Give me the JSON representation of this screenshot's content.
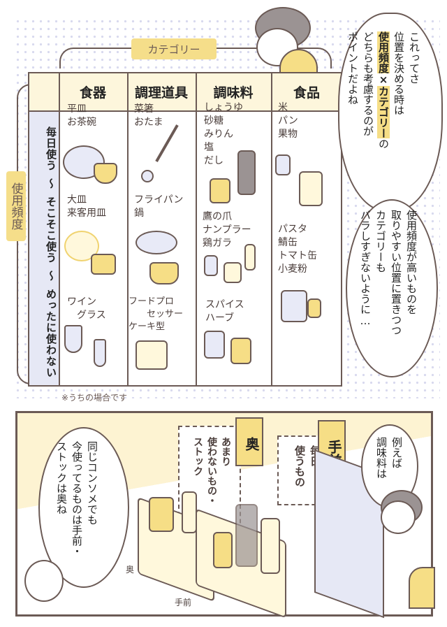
{
  "top_panel": {
    "category_label": "カテゴリー",
    "frequency_label": "使用頻度",
    "note": "※うちの場合です",
    "table": {
      "columns": [
        "食器",
        "調理道具",
        "調味料",
        "食品"
      ],
      "row_label": {
        "top": "毎日使う",
        "sep1": "〜",
        "mid": "そこそこ使う",
        "sep2": "〜",
        "bottom": "めったに使わない"
      },
      "cells": {
        "dishes": [
          "平皿\nお茶碗",
          "大皿\n来客用皿",
          "ワイン\n　グラス"
        ],
        "tools": [
          "菜箸\nおたま",
          "フライパン\n鍋",
          "フードプロ\n　　セッサー\nケーキ型"
        ],
        "seasonings": [
          "しょうゆ\n砂糖\nみりん\n塩\nだし",
          "鷹の爪\nナンプラー\n鶏ガラ",
          "スパイス\nハーブ"
        ],
        "foods": [
          "米\nパン\n果物",
          "パスタ\n鯖缶\nトマト缶\n小麦粉"
        ]
      }
    },
    "bubble1": {
      "l1": "これってさ",
      "l2": "位置を決める時は",
      "l3a": "使用頻度",
      "l3b": "×",
      "l3c": "カテゴリー",
      "l3d": "の",
      "l4": "どちらも考慮するのが",
      "l5": "ポイントだよね"
    },
    "bubble2": {
      "l1": "使用頻度が高いものを",
      "l2": "取りやすい位置に置きつつ",
      "l3": "カテゴリーも",
      "l4": "バラしすぎないように…"
    }
  },
  "bottom_panel": {
    "bubble_right": {
      "l1": "例えば",
      "l2": "調味料は"
    },
    "label_front": "手前",
    "front_text": {
      "l1": "毎日",
      "l2": "使うもの"
    },
    "label_back": "奥",
    "back_text": {
      "l1": "あまり",
      "l2": "使わないもの・",
      "l3": "ストック"
    },
    "bubble_left": {
      "l1": "同じコンソメでも",
      "l2": "今使ってるものは手前・",
      "l3": "ストックは奥ね"
    },
    "axis_back": "奥",
    "axis_front": "手前"
  }
}
